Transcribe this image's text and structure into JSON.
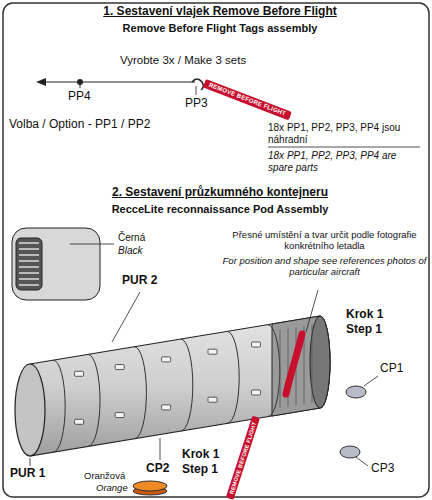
{
  "diagram": {
    "labels": [
      "1. Sestavení vlajek Remove Before Flight",
      "Remove Before Flight Tags assembly",
      "Vyrobte 3x / Make 3 sets",
      "PP4",
      "REMOVE BEFORE FLIGHT",
      "PP3",
      "18x PP1, PP2, PP3, PP4 jsou náhradní",
      "18x PP1, PP2, PP3, PP4 are spare parts",
      "Volba / Option - PP1 / PP2",
      "2. Sestavení průzkumného kontejneru",
      "RecceLite reconnaissance Pod Assembly",
      "Černá",
      "Black",
      "Přesné umístění a tvar určit podle fotografie konkrétního letadla",
      "For position and shape see references photos of particular aircraft",
      "PUR 2",
      "Krok 1",
      "Step 1",
      "CP1",
      "CP3",
      "PUR 1",
      "CP2",
      "Krok 1",
      "Step 1",
      "Oranžová",
      "Orange",
      "REMOVE BEFORE FLIGHT"
    ]
  }
}
